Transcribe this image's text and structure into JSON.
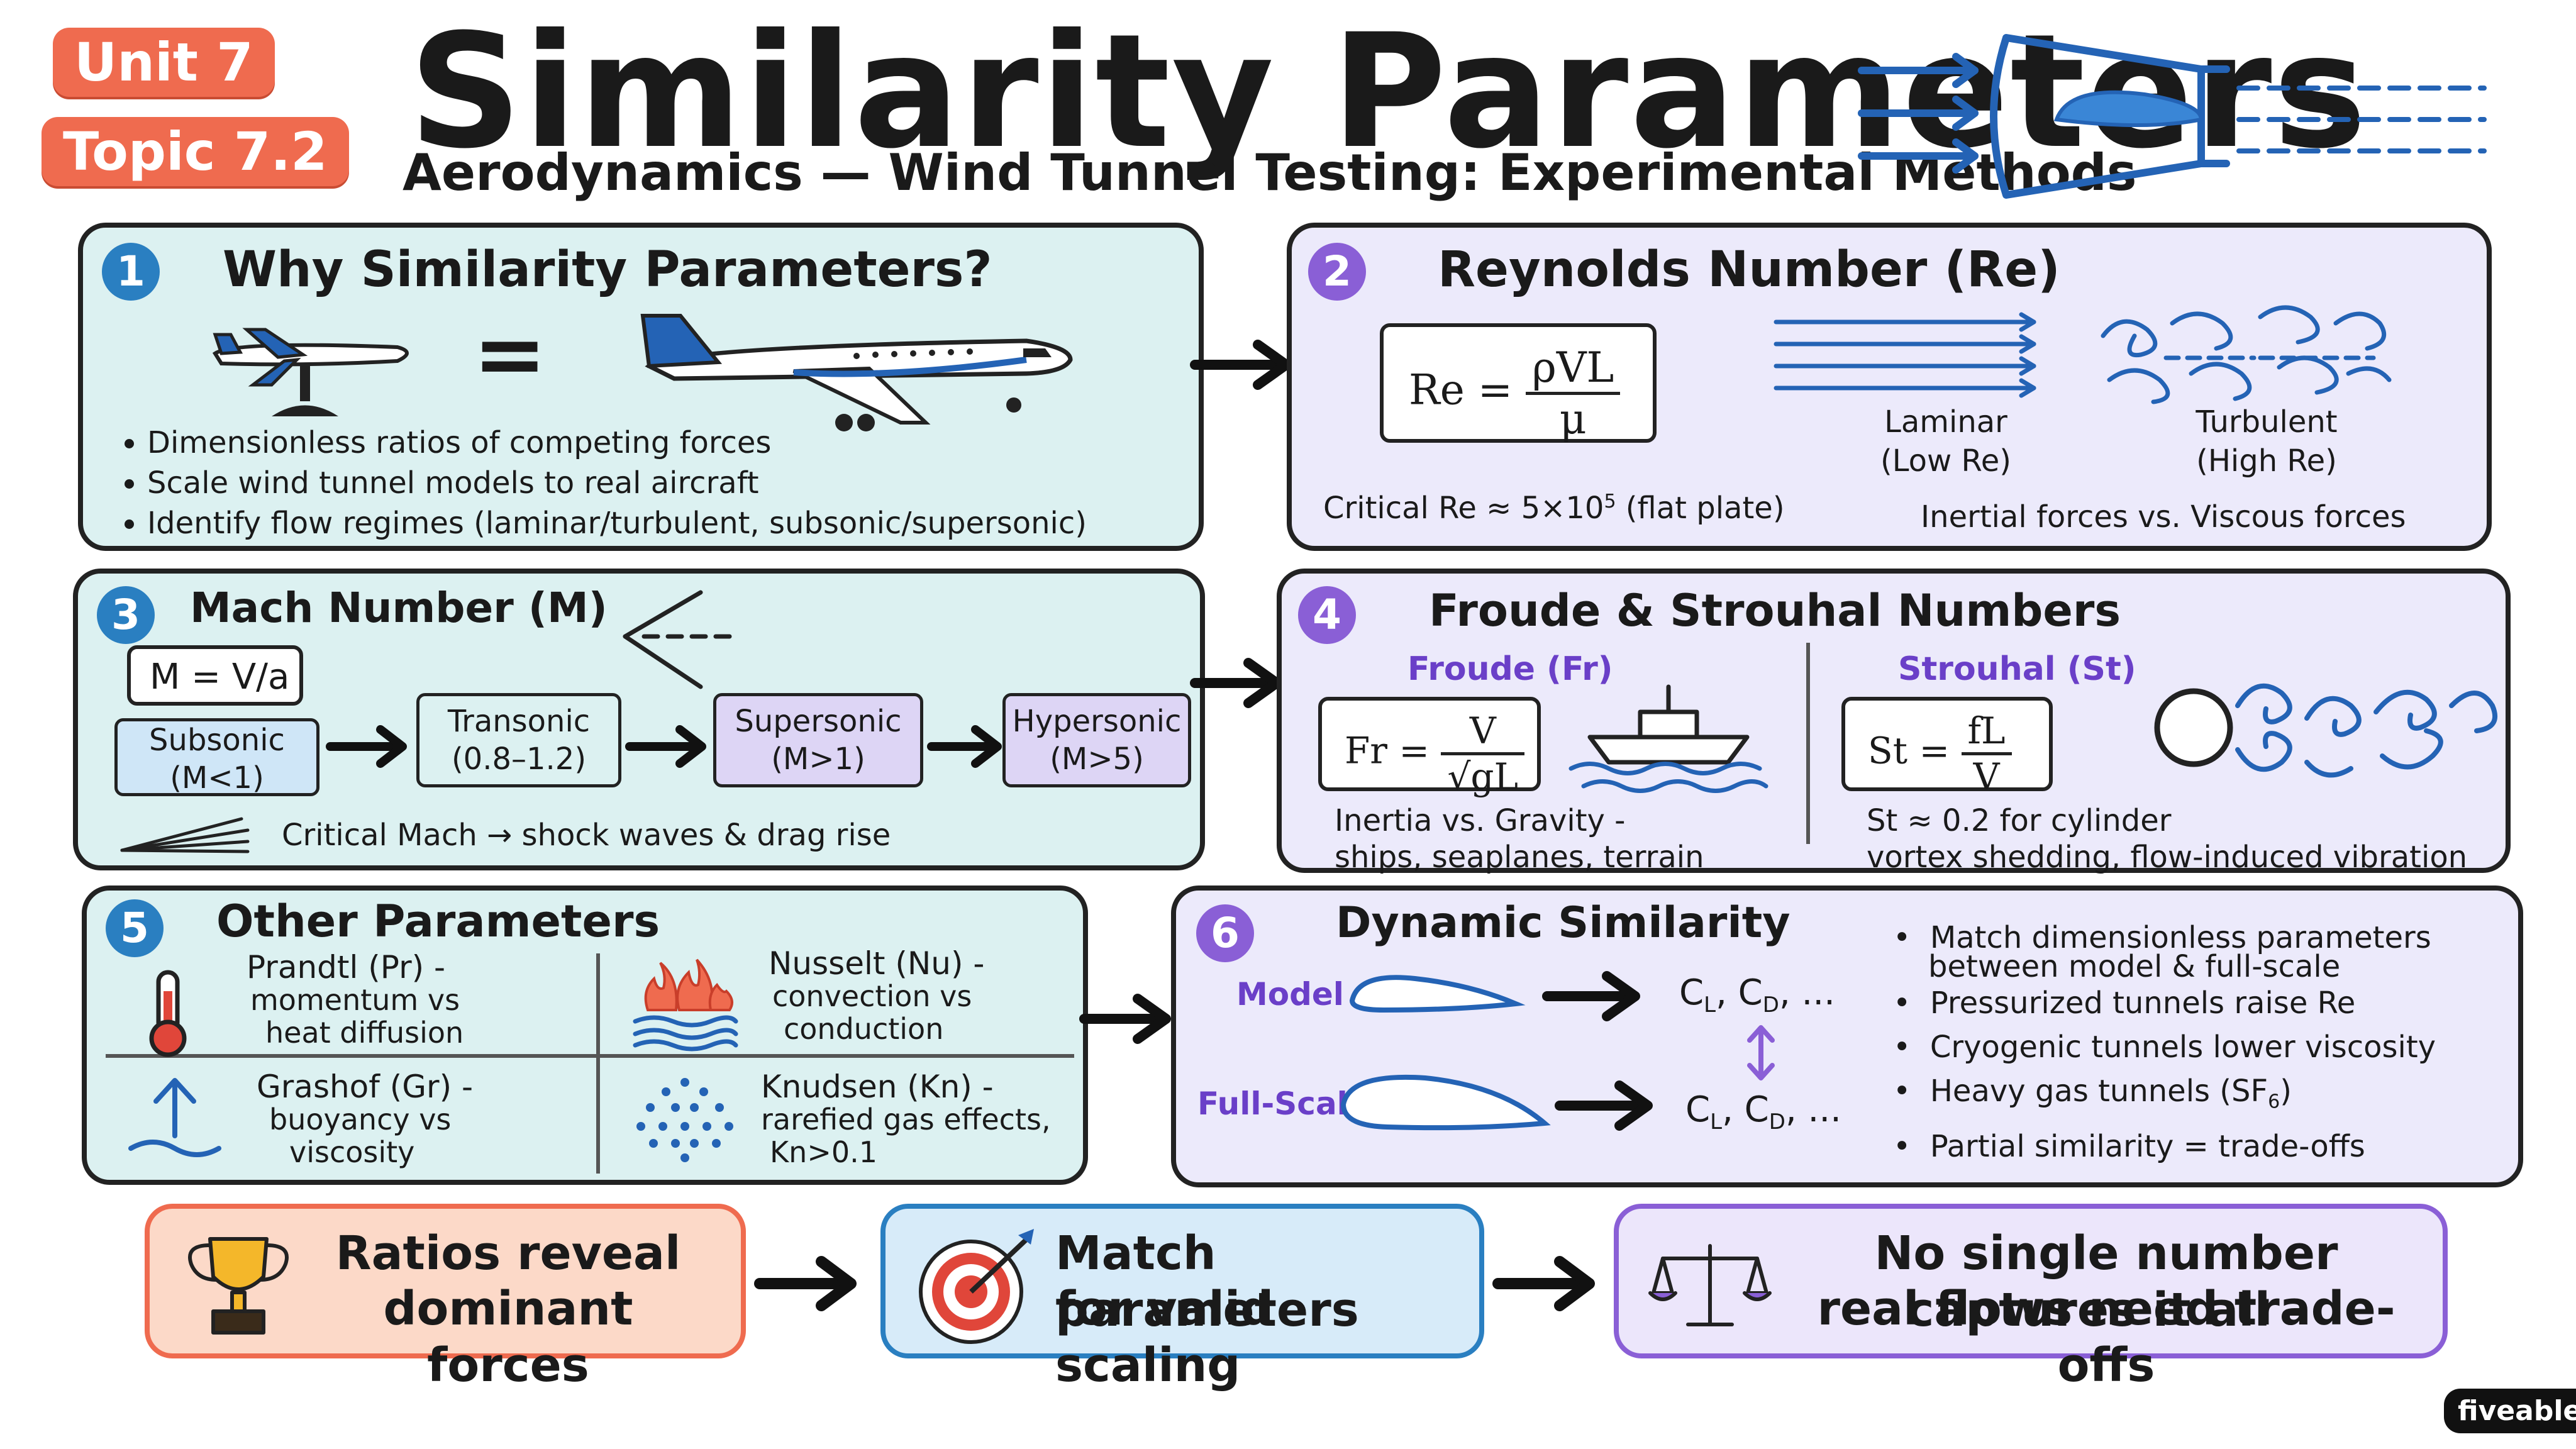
{
  "header": {
    "unit": "Unit 7",
    "topic": "Topic 7.2",
    "title": "Similarity Parameters",
    "subtitle": "Aerodynamics — Wind Tunnel Testing: Experimental Methods"
  },
  "panel1": {
    "number": "1",
    "title": "Why Similarity Parameters?",
    "equals": "=",
    "bullets": [
      "Dimensionless ratios of competing forces",
      "Scale wind tunnel models to real aircraft",
      "Identify flow regimes (laminar/turbulent, subsonic/supersonic)"
    ]
  },
  "panel2": {
    "number": "2",
    "title": "Reynolds Number (Re)",
    "formula_lhs": "Re =",
    "formula_num": "ρVL",
    "formula_den": "μ",
    "laminar_label": "Laminar",
    "laminar_sub": "(Low Re)",
    "turbulent_label": "Turbulent",
    "turbulent_sub": "(High Re)",
    "critical_prefix": "Critical Re ≈ 5×10",
    "critical_exp": "5",
    "critical_suffix": " (flat plate)",
    "forces": "Inertial forces vs. Viscous forces"
  },
  "panel3": {
    "number": "3",
    "title": "Mach Number (M)",
    "formula": "M = V/a",
    "regimes": [
      {
        "name": "Subsonic",
        "range": "(M<1)"
      },
      {
        "name": "Transonic",
        "range": "(0.8–1.2)"
      },
      {
        "name": "Supersonic",
        "range": "(M>1)"
      },
      {
        "name": "Hypersonic",
        "range": "(M>5)"
      }
    ],
    "critical": "Critical Mach → shock waves & drag rise"
  },
  "panel4": {
    "number": "4",
    "title": "Froude & Strouhal Numbers",
    "froude_label": "Froude (Fr)",
    "froude_lhs": "Fr =",
    "froude_num": "V",
    "froude_den": "√gL",
    "froude_desc1": "Inertia vs. Gravity -",
    "froude_desc2": "ships, seaplanes, terrain",
    "strouhal_label": "Strouhal (St)",
    "strouhal_lhs": "St =",
    "strouhal_num": "fL",
    "strouhal_den": "V",
    "strouhal_desc1": "St ≈ 0.2 for cylinder",
    "strouhal_desc2": "vortex shedding, flow-induced vibration"
  },
  "panel5": {
    "number": "5",
    "title": "Other Parameters",
    "items": [
      {
        "name": "Prandtl (Pr) -",
        "l2": "momentum vs",
        "l3": "heat diffusion"
      },
      {
        "name": "Nusselt (Nu) -",
        "l2": "convection vs",
        "l3": "conduction"
      },
      {
        "name": "Grashof (Gr) -",
        "l2": "buoyancy vs",
        "l3": "viscosity"
      },
      {
        "name": "Knudsen (Kn) -",
        "l2": "rarefied gas effects,",
        "l3": "Kn>0.1"
      }
    ]
  },
  "panel6": {
    "number": "6",
    "title": "Dynamic Similarity",
    "model_label": "Model",
    "fullscale_label": "Full-Scale",
    "coef_model": "C",
    "coef_full": "C",
    "bullets": [
      "Match dimensionless parameters",
      "between model & full-scale",
      "Pressurized tunnels raise Re",
      "Cryogenic tunnels lower viscosity",
      "Heavy gas tunnels (SF",
      "Partial similarity = trade-offs"
    ]
  },
  "bottom": {
    "box1_l1": "Ratios reveal",
    "box1_l2": "dominant forces",
    "box2_l1": "Match parameters",
    "box2_l2": "for valid scaling",
    "box3_l1": "No single number captures it all -",
    "box3_l2": "real flows need trade-offs"
  },
  "brand": "fiveable",
  "colors": {
    "teal_panel": "#dcf1f1",
    "lavender_panel": "#eceafb",
    "orange": "#ef6b4f",
    "blue": "#2a7fc1",
    "purple": "#8a5fd6"
  }
}
